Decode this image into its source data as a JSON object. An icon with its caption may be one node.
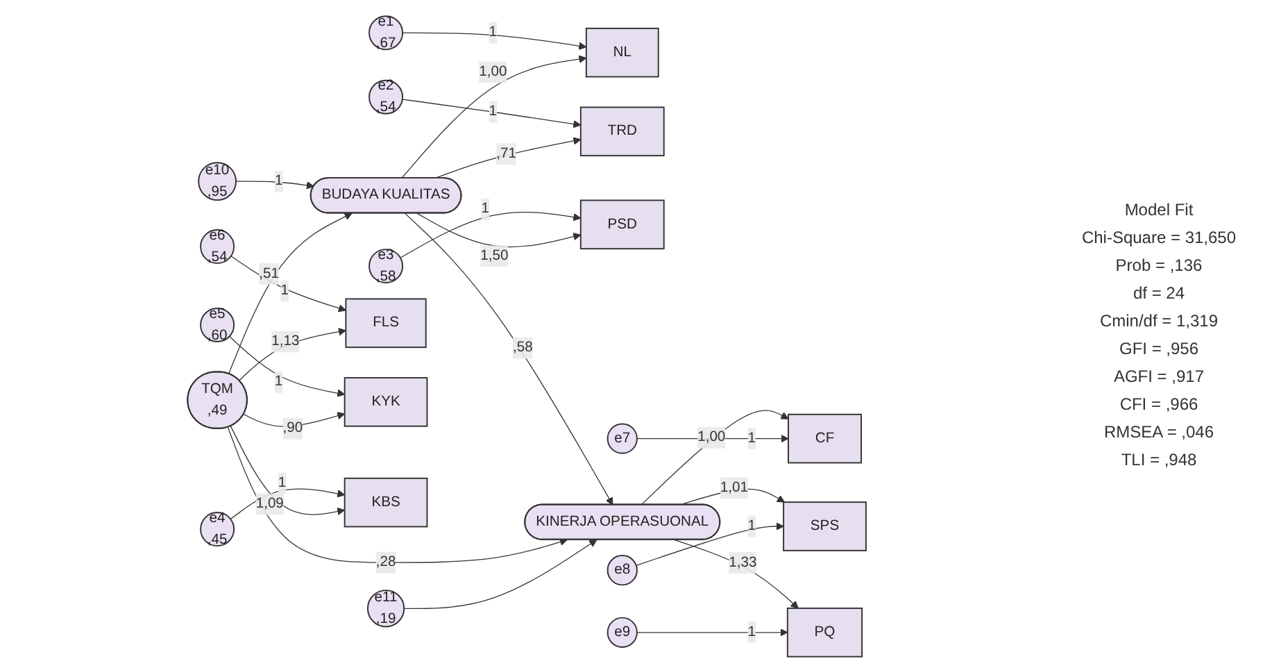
{
  "diagram": {
    "nodes": [
      {
        "text": [
          "e1",
          ",67"
        ]
      },
      {
        "text": [
          "e2",
          ",54"
        ]
      },
      {
        "text": [
          "e3",
          ",58"
        ]
      },
      {
        "text": [
          "NL"
        ]
      },
      {
        "text": [
          "TRD"
        ]
      },
      {
        "text": [
          "PSD"
        ]
      },
      {
        "text": [
          "BUDAYA KUALITAS"
        ]
      },
      {
        "text": [
          "e10",
          ",95"
        ]
      },
      {
        "text": [
          "e6",
          ",54"
        ]
      },
      {
        "text": [
          "FLS"
        ]
      },
      {
        "text": [
          "TQM",
          ",49"
        ]
      },
      {
        "text": [
          "CF"
        ]
      },
      {
        "text": [
          "e7"
        ]
      },
      {
        "text": [
          "e5",
          ",60"
        ]
      },
      {
        "text": [
          "KYK"
        ]
      },
      {
        "text": [
          "KINERJA OPERASUONAL"
        ]
      },
      {
        "text": [
          "SPS"
        ]
      },
      {
        "text": [
          "e8"
        ]
      },
      {
        "text": [
          "e4",
          ",45"
        ]
      },
      {
        "text": [
          "KBS"
        ]
      },
      {
        "text": [
          "PQ"
        ]
      },
      {
        "text": [
          "e9"
        ]
      },
      {
        "text": [
          "e11",
          ",19"
        ]
      }
    ],
    "edges": [
      {
        "from": 0,
        "to": 3,
        "arrow": "to",
        "label": "1"
      },
      {
        "from": 1,
        "to": 4,
        "arrow": "to",
        "label": "1"
      },
      {
        "from": 2,
        "to": 5,
        "arrow": "to",
        "label": "1"
      },
      {
        "from": 6,
        "to": 3,
        "arrow": "to",
        "label": "1,00"
      },
      {
        "from": 6,
        "to": 4,
        "arrow": "to",
        "label": ",71"
      },
      {
        "from": 6,
        "to": 5,
        "arrow": "to",
        "label": "1,50"
      },
      {
        "from": 7,
        "to": 6,
        "arrow": "to",
        "label": "1"
      },
      {
        "from": 8,
        "to": 9,
        "arrow": "to",
        "label": "1"
      },
      {
        "from": 13,
        "to": 14,
        "arrow": "to",
        "label": "1"
      },
      {
        "from": 18,
        "to": 19,
        "arrow": "to",
        "label": "1"
      },
      {
        "from": 10,
        "to": 9,
        "arrow": "to",
        "label": "1,13"
      },
      {
        "from": 10,
        "to": 14,
        "arrow": "to",
        "label": ",90"
      },
      {
        "from": 10,
        "to": 19,
        "arrow": "to",
        "label": "1,09"
      },
      {
        "from": 10,
        "to": 6,
        "arrow": "to",
        "label": ",51"
      },
      {
        "from": 6,
        "to": 15,
        "arrow": "to",
        "label": ",58"
      },
      {
        "from": 10,
        "to": 15,
        "arrow": "to",
        "label": ",28"
      },
      {
        "from": 15,
        "to": 11,
        "arrow": "to",
        "label": "1,00"
      },
      {
        "from": 15,
        "to": 16,
        "arrow": "to",
        "label": "1,01"
      },
      {
        "from": 15,
        "to": 20,
        "arrow": "to",
        "label": "1,33"
      },
      {
        "from": 12,
        "to": 11,
        "arrow": "to",
        "label": "1"
      },
      {
        "from": 17,
        "to": 16,
        "arrow": "to",
        "label": "1"
      },
      {
        "from": 21,
        "to": 20,
        "arrow": "to",
        "label": "1"
      },
      {
        "from": 22,
        "to": 15,
        "arrow": "to"
      }
    ],
    "labels": [
      "Model Fit",
      "Chi-Square = 31,650",
      "Prob = ,136",
      "df = 24",
      "Cmin/df = 1,319",
      "GFI = ,956",
      "AGFI = ,917",
      "CFI = ,966",
      "RMSEA = ,046",
      "TLI = ,948"
    ]
  }
}
